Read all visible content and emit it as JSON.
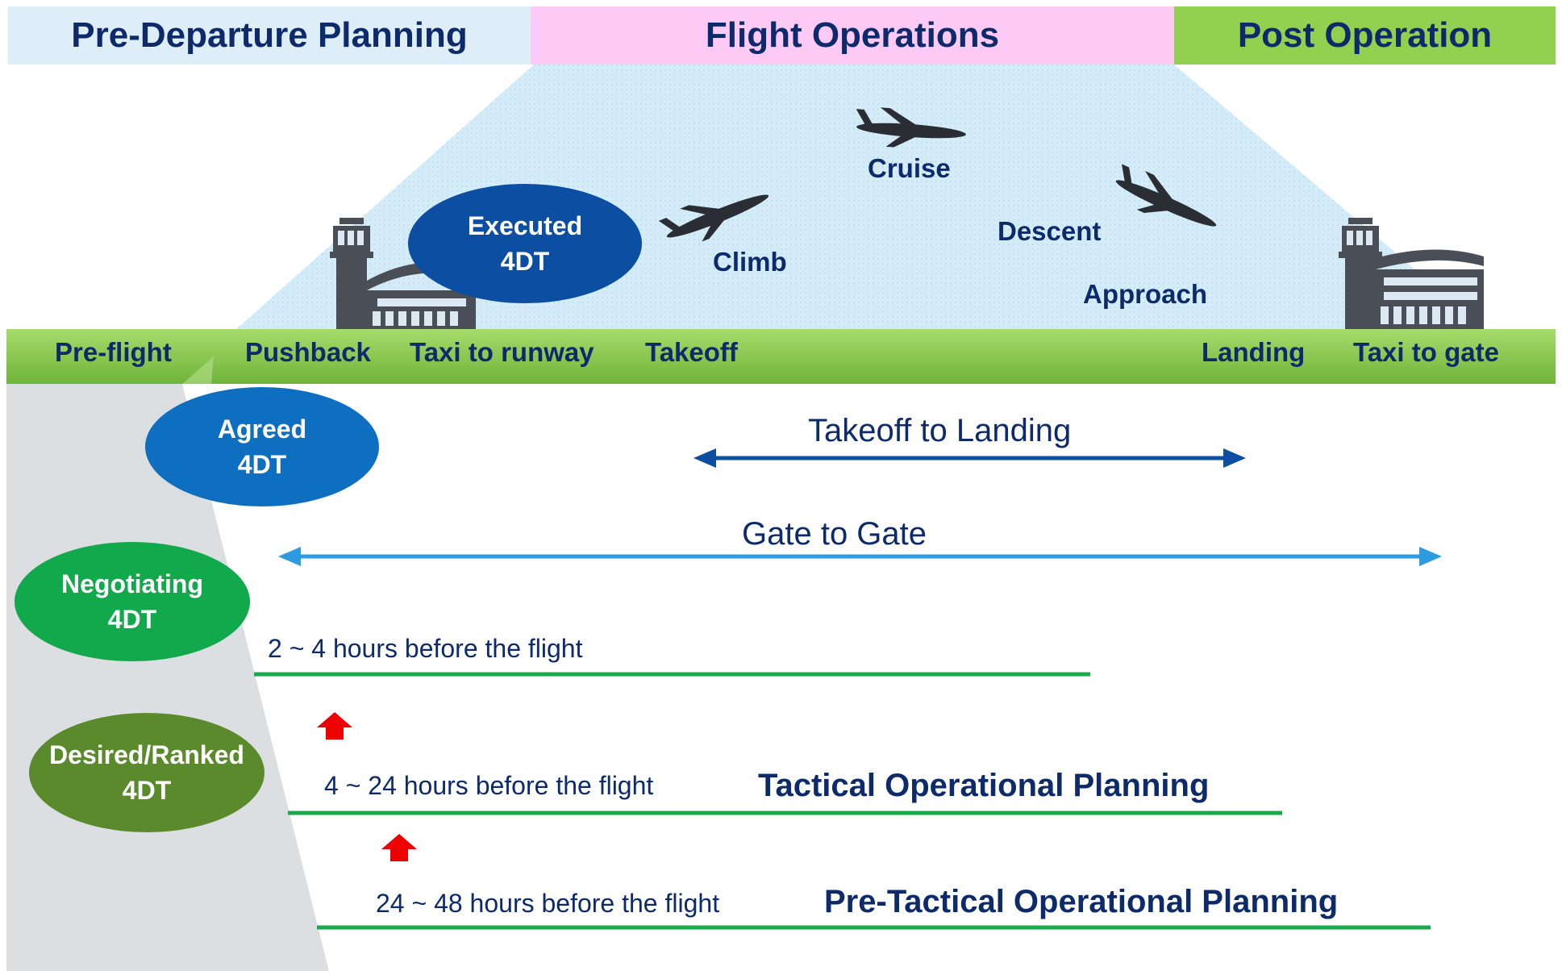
{
  "header": {
    "pre_departure": "Pre-Departure Planning",
    "flight_ops": "Flight Operations",
    "post_op": "Post Operation"
  },
  "flight_phases": {
    "cruise": "Cruise",
    "climb": "Climb",
    "descent": "Descent",
    "approach": "Approach"
  },
  "ground_phases": [
    "Pre-flight",
    "Pushback",
    "Taxi to runway",
    "Takeoff",
    "Landing",
    "Taxi to gate"
  ],
  "states": {
    "executed": {
      "line1": "Executed",
      "line2": "4DT"
    },
    "agreed": {
      "line1": "Agreed",
      "line2": "4DT"
    },
    "negotiating": {
      "line1": "Negotiating",
      "line2": "4DT"
    },
    "desired": {
      "line1": "Desired/Ranked",
      "line2": "4DT"
    }
  },
  "ranges": {
    "takeoff_to_landing": "Takeoff to Landing",
    "gate_to_gate": "Gate to Gate"
  },
  "timelines": {
    "t1": "2 ~ 4 hours before the flight",
    "t2": "4 ~ 24 hours before the flight",
    "t3": "24 ~ 48 hours before the flight"
  },
  "planning": {
    "tactical": "Tactical Operational Planning",
    "pre_tactical": "Pre-Tactical Operational Planning"
  },
  "colors": {
    "header_blue": "#deeef9",
    "header_pink": "#fdc9f5",
    "header_green": "#92d050",
    "ground_band": "#8bcc4a",
    "text_navy": "#0d2a6b",
    "executed": "#0b4ea2",
    "agreed": "#0e6fc1",
    "negotiating": "#12a84c",
    "desired": "#5a8a2c",
    "line_green": "#1aaa4a",
    "arrow_dark": "#0b4ea2",
    "arrow_light": "#2e9be0",
    "arrow_red": "#ee0000"
  },
  "icons": [
    "airplane-icon",
    "control-tower-icon",
    "terminal-icon",
    "up-arrow-icon"
  ]
}
